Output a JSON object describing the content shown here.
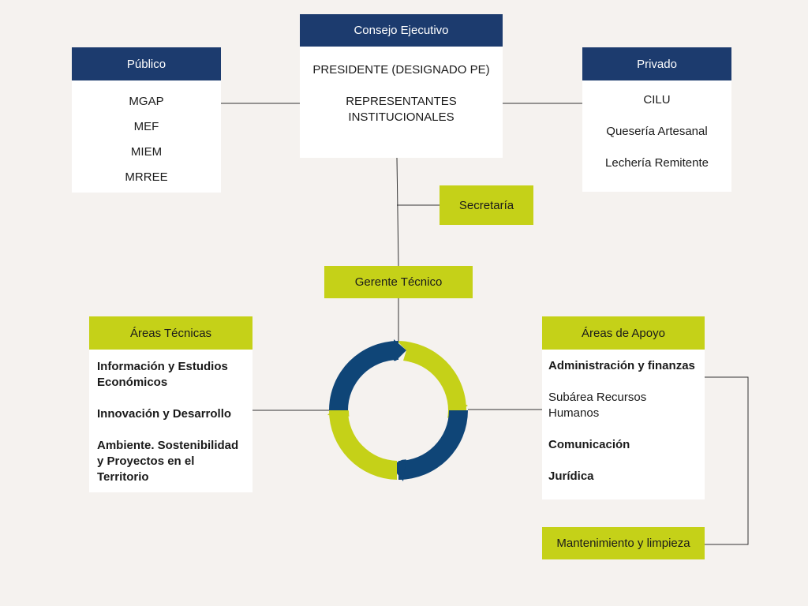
{
  "consejo": {
    "header": "Consejo Ejecutivo",
    "items": [
      "PRESIDENTE (DESIGNADO PE)",
      "REPRESENTANTES INSTITUCIONALES"
    ]
  },
  "publico": {
    "header": "Público",
    "items": [
      "MGAP",
      "MEF",
      "MIEM",
      "MRREE"
    ]
  },
  "privado": {
    "header": "Privado",
    "items": [
      "CILU",
      "Quesería Artesanal",
      "Lechería Remitente"
    ]
  },
  "secretaria": "Secretaría",
  "gerente": "Gerente Técnico",
  "areas_tecnicas": {
    "header": "Áreas Técnicas",
    "items": [
      "Información y Estudios Económicos",
      "Innovación y Desarrollo",
      "Ambiente. Sostenibilidad y Proyectos en el Territorio"
    ]
  },
  "areas_apoyo": {
    "header": "Áreas de Apoyo",
    "items": [
      "Administración y finanzas",
      "Subárea Recursos Humanos",
      "Comunicación",
      "Jurídica"
    ]
  },
  "mantenimiento": "Mantenimiento y limpieza",
  "colors": {
    "navy": "#1c3b6e",
    "green": "#c5d118",
    "cycle_navy": "#0f4577",
    "cycle_green": "#c5d118",
    "background": "#f5f2ef"
  },
  "cycle_icon": "circular-arrows-icon"
}
